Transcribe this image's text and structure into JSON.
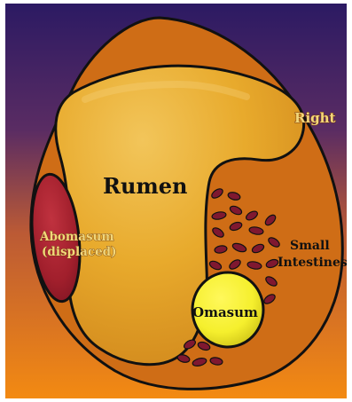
{
  "labels": {
    "rumen": "Rumen",
    "right": "Right",
    "abomasum_line1": "Abomasum",
    "abomasum_line2": "(displaced)",
    "small_intestines_line1": "Small",
    "small_intestines_line2": "Intestines",
    "omasum": "Omasum"
  },
  "colors": {
    "background_top": "#2c1a63",
    "background_mid": "#8b3f4d",
    "background_bottom": "#f38a12",
    "body_cavity": "#cf6d16",
    "rumen": "#e8aa2c",
    "rumen_highlight": "#f2c55a",
    "abomasum": "#a11f2c",
    "omasum": "#f5ef2d",
    "intestine": "#7f1830",
    "outline": "#111111",
    "label_gold": "#f3d77a",
    "label_dark": "#111111"
  },
  "icons": {
    "intestine_loops": "intestine-loop-icon"
  }
}
